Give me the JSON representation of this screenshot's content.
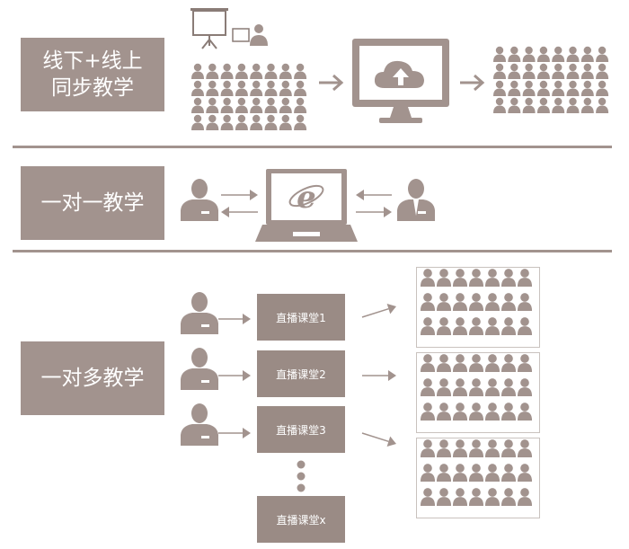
{
  "sections": {
    "blended": {
      "label": "线下+线上\n同步教学"
    },
    "one_to_one": {
      "label": "一对一教学"
    },
    "one_to_many": {
      "label": "一对多教学",
      "rooms": [
        "直播课堂1",
        "直播课堂2",
        "直播课堂3",
        "直播课堂x"
      ]
    }
  },
  "colors": {
    "box": "#a2938e",
    "room": "#9a8b85",
    "icon": "#a2938e",
    "divider": "#a2938e"
  },
  "icons": {
    "projector": "projector-screen-icon",
    "cloud_monitor": "cloud-upload-monitor-icon",
    "laptop_ie": "laptop-browser-icon",
    "person": "person-icon",
    "arrow": "arrow-icon",
    "ellipsis": "vertical-ellipsis-icon"
  }
}
